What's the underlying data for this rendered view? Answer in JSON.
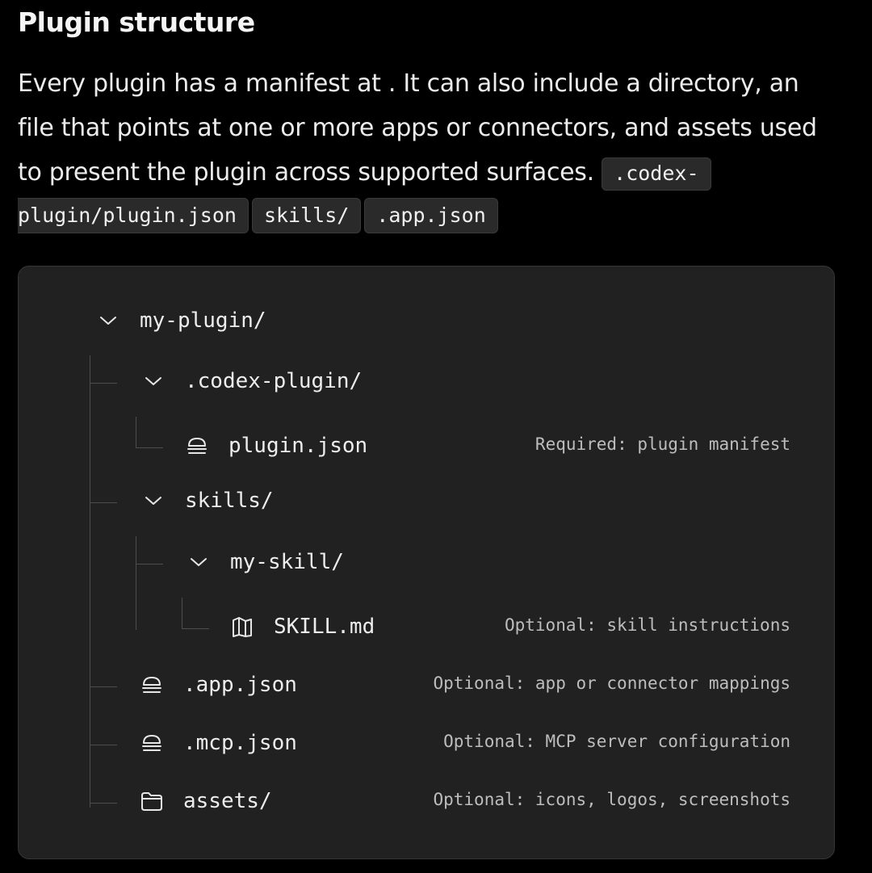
{
  "heading": "Plugin structure",
  "paragraph": {
    "line1": "Every plugin has a manifest at . It can also include a directory, an",
    "line2": "file that points at one or more apps or connectors, and assets used",
    "line3": "to present the plugin across supported surfaces.",
    "code_part1": ".codex-",
    "chips": [
      "plugin/plugin.json",
      "skills/",
      ".app.json"
    ]
  },
  "tree": {
    "root": {
      "name": "my-plugin/",
      "icon": "chevron-down-icon"
    },
    "codex_plugin": {
      "name": ".codex-plugin/",
      "icon": "chevron-down-icon"
    },
    "plugin_json": {
      "name": "plugin.json",
      "icon": "json-file-icon",
      "desc": "Required: plugin manifest"
    },
    "skills": {
      "name": "skills/",
      "icon": "chevron-down-icon"
    },
    "my_skill": {
      "name": "my-skill/",
      "icon": "chevron-down-icon"
    },
    "skill_md": {
      "name": "SKILL.md",
      "icon": "book-icon",
      "desc": "Optional: skill instructions"
    },
    "app_json": {
      "name": ".app.json",
      "icon": "json-file-icon",
      "desc": "Optional: app or connector mappings"
    },
    "mcp_json": {
      "name": ".mcp.json",
      "icon": "json-file-icon",
      "desc": "Optional: MCP server configuration"
    },
    "assets": {
      "name": "assets/",
      "icon": "folder-icon",
      "desc": "Optional: icons, logos, screenshots"
    }
  },
  "colors": {
    "background": "#000000",
    "panel": "#212121",
    "panel_border": "#363636",
    "text": "#ededed",
    "muted_text": "#bdbdbd",
    "tree_line": "#4d4d4d"
  }
}
